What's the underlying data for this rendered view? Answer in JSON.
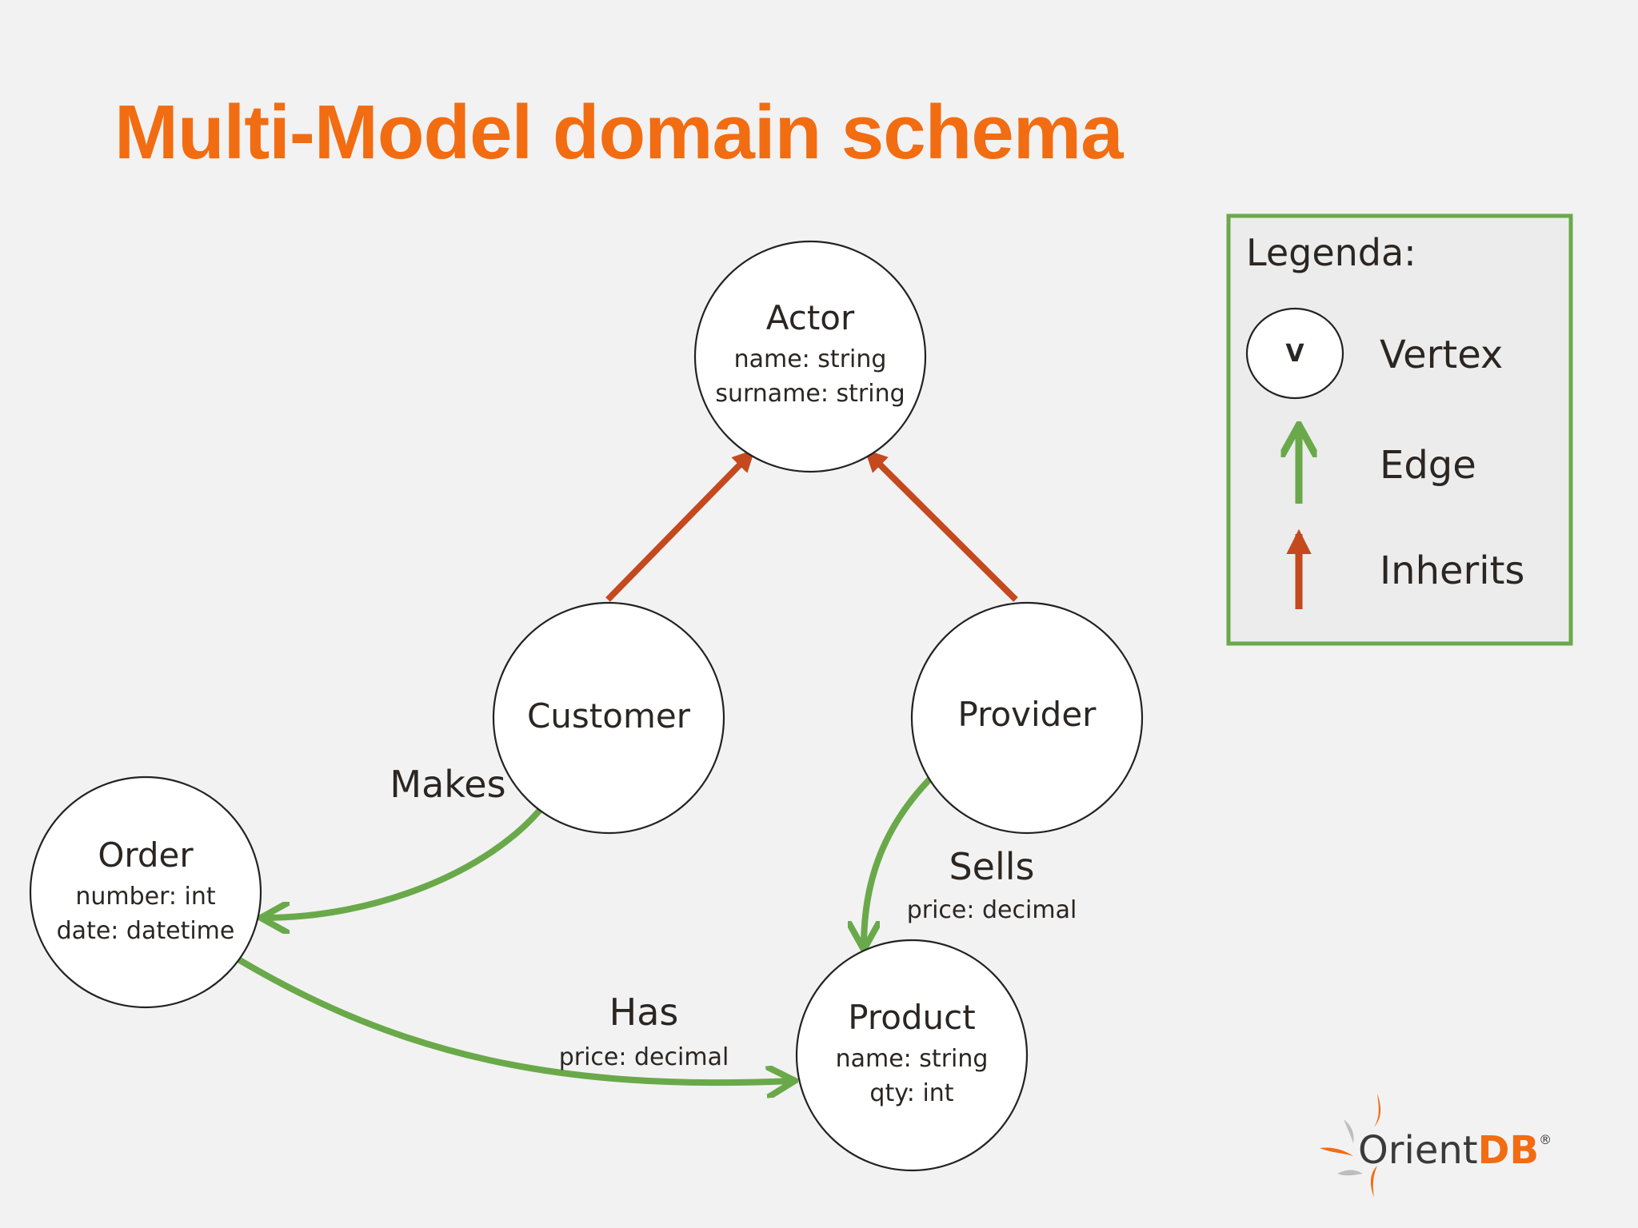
{
  "title": "Multi-Model domain schema",
  "colors": {
    "title": "#f26c12",
    "edge": "#6aa94a",
    "inherit": "#c4491f",
    "legend_border": "#6aa94a",
    "logo_orient": "#3a3a3a",
    "logo_db": "#f26c12"
  },
  "nodes": {
    "actor": {
      "name": "Actor",
      "attrs": [
        "name: string",
        "surname: string"
      ]
    },
    "customer": {
      "name": "Customer",
      "attrs": []
    },
    "provider": {
      "name": "Provider",
      "attrs": []
    },
    "order": {
      "name": "Order",
      "attrs": [
        "number: int",
        "date: datetime"
      ]
    },
    "product": {
      "name": "Product",
      "attrs": [
        "name: string",
        "qty: int"
      ]
    }
  },
  "edges": {
    "makes": {
      "label": "Makes",
      "attr": ""
    },
    "sells": {
      "label": "Sells",
      "attr": "price: decimal"
    },
    "has": {
      "label": "Has",
      "attr": "price: decimal"
    }
  },
  "legend": {
    "title": "Legenda:",
    "vertex_symbol": "V",
    "vertex": "Vertex",
    "edge": "Edge",
    "inherits": "Inherits"
  },
  "logo": {
    "part1": "Orient",
    "part2": "DB",
    "mark": "®"
  }
}
